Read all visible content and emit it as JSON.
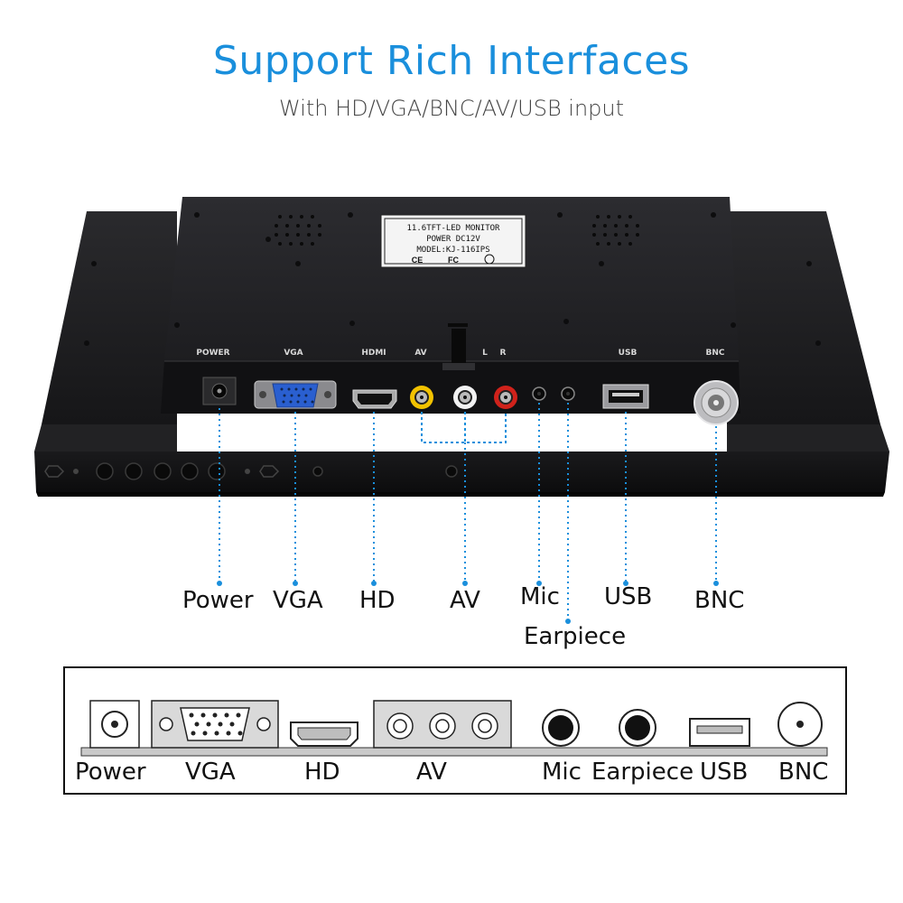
{
  "header": {
    "title": "Support Rich Interfaces",
    "subtitle": "With HD/VGA/BNC/AV/USB input"
  },
  "monitor_sticker": {
    "line1": "11.6TFT-LED MONITOR",
    "line2": "POWER DC12V",
    "line3": "MODEL:KJ-116IPS",
    "marks": [
      "CE",
      "FC"
    ]
  },
  "port_silkscreen": [
    "POWER",
    "VGA",
    "HDMI",
    "AV",
    "L",
    "R",
    "USB",
    "BNC"
  ],
  "callouts": {
    "power": "Power",
    "vga": "VGA",
    "hd": "HD",
    "av": "AV",
    "mic": "Mic",
    "earpiece": "Earpiece",
    "usb": "USB",
    "bnc": "BNC"
  },
  "legend": {
    "power": "Power",
    "vga": "VGA",
    "hd": "HD",
    "av": "AV",
    "mic": "Mic",
    "earpiece": "Earpiece",
    "usb": "USB",
    "bnc": "BNC"
  },
  "colors": {
    "accent": "#1a8fdc",
    "device": "#1b1b1d",
    "vga_port": "#2a5fd0",
    "av_yellow": "#f2c200",
    "av_white": "#f2f2f2",
    "av_red": "#d0221b",
    "leader": "#1a8fdc"
  }
}
